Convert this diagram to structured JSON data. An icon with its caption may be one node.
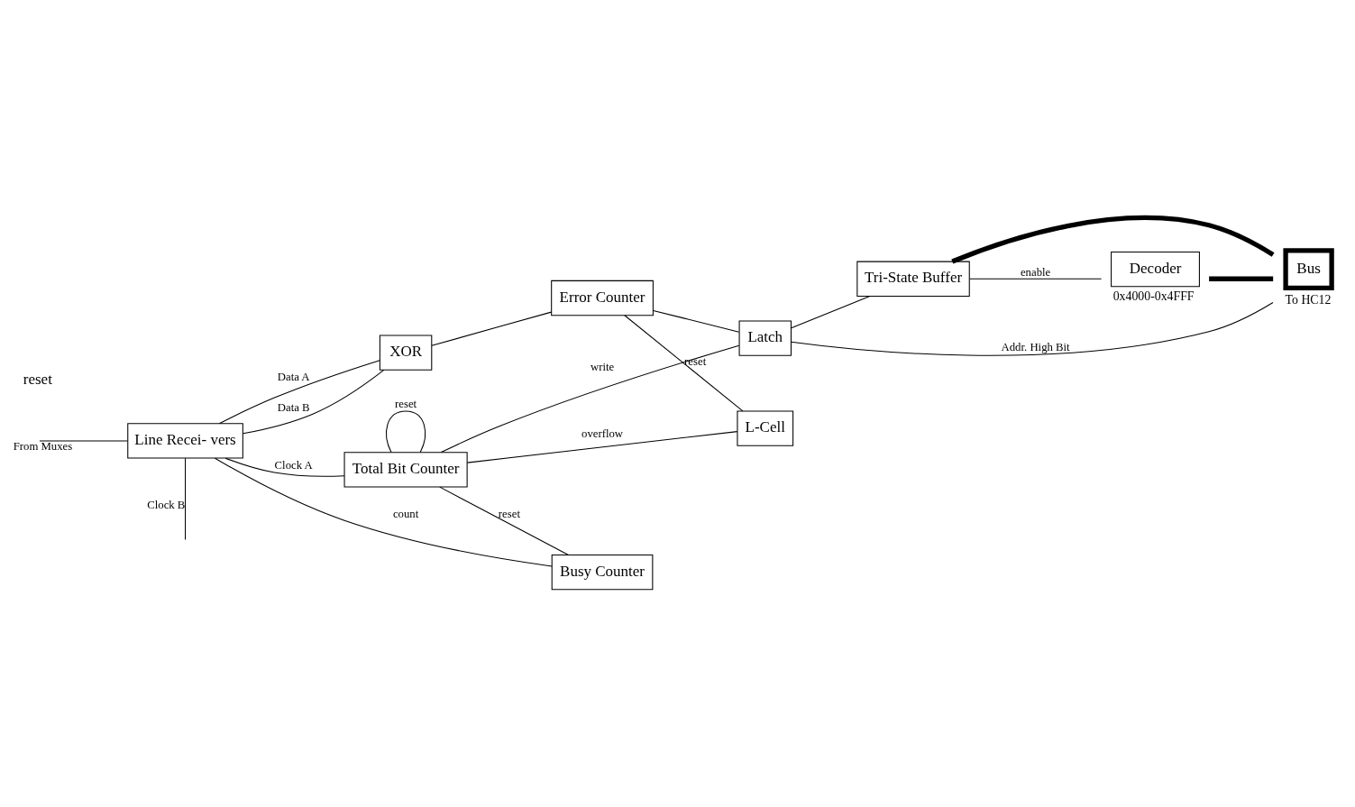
{
  "diagram": {
    "nodes": [
      {
        "text": [
          "XOR"
        ]
      },
      {
        "text": [
          "Error Counter"
        ]
      },
      {
        "text": [
          "Latch"
        ]
      },
      {
        "text": [
          "Tri-State Buffer"
        ]
      },
      {
        "text": [
          "L-Cell"
        ]
      },
      {
        "text": [
          "Decoder"
        ],
        "beside": [
          "0x4000-0x4FFF"
        ]
      },
      {
        "text": [
          "Line Recei- vers"
        ]
      },
      {
        "text": [
          "Total Bit Counter"
        ]
      },
      {
        "text": [
          "Busy Counter"
        ]
      },
      {
        "text": [
          "Bus"
        ],
        "beside": [
          "To HC12"
        ]
      }
    ],
    "edges": [
      {
        "from": null,
        "to": 6,
        "arrow": "none",
        "label": "From Muxes"
      },
      {
        "from": 6,
        "to": 0,
        "arrow": "none",
        "label": "Data A"
      },
      {
        "from": 6,
        "to": 0,
        "arrow": "none",
        "label": "Data B"
      },
      {
        "from": 0,
        "to": 1,
        "arrow": "none"
      },
      {
        "from": 1,
        "to": 2,
        "arrow": "none"
      },
      {
        "from": 2,
        "to": 3,
        "arrow": "none"
      },
      {
        "from": 3,
        "to": 9,
        "arrow": "none",
        "style": "thick"
      },
      {
        "from": 5,
        "to": 9,
        "arrow": "none",
        "style": "thick"
      },
      {
        "from": 1,
        "to": 4,
        "arrow": "none",
        "label": "reset"
      },
      {
        "from": 3,
        "to": 5,
        "arrow": "none",
        "label": "enable"
      },
      {
        "from": 7,
        "to": 4,
        "arrow": "none",
        "label": "overflow"
      },
      {
        "from": 7,
        "to": 2,
        "arrow": "none",
        "label": "write"
      },
      {
        "from": 7,
        "to": 7,
        "arrow": "none",
        "label": "reset"
      },
      {
        "from": 7,
        "to": 8,
        "arrow": "none",
        "label": "reset"
      },
      {
        "from": 9,
        "to": 2,
        "arrow": "none",
        "label": "Addr. High Bit"
      },
      {
        "from": 6,
        "to": null,
        "arrow": "none",
        "label": "Clock B"
      },
      {
        "from": 6,
        "to": 7,
        "arrow": "none",
        "label": "Clock A"
      },
      {
        "from": 6,
        "to": 8,
        "arrow": "none",
        "label": "count"
      }
    ],
    "labels": [
      "reset"
    ]
  }
}
